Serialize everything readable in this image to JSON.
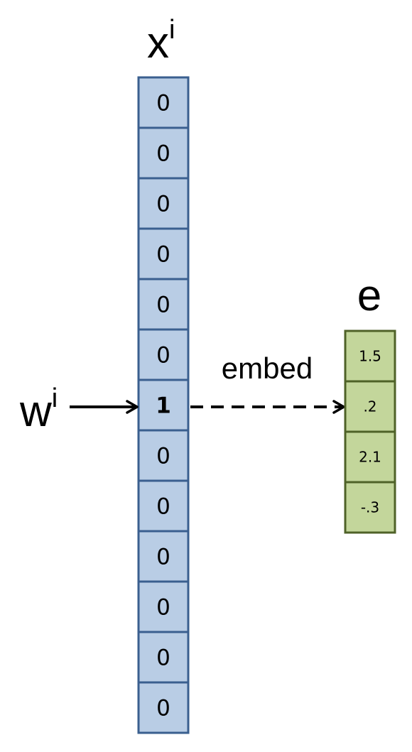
{
  "one_hot": {
    "label": "x",
    "label_sup": "i",
    "values": [
      "0",
      "0",
      "0",
      "0",
      "0",
      "0",
      "1",
      "0",
      "0",
      "0",
      "0",
      "0",
      "0"
    ],
    "highlight_index": 6,
    "fill_color": "#b9cde5",
    "border_color": "#3a5f8f",
    "highlight_text_color": "#c00000"
  },
  "word": {
    "label": "w",
    "label_sup": "i"
  },
  "embedding": {
    "label": "e",
    "values": [
      "1.5",
      ".2",
      "2.1",
      "-.3"
    ],
    "fill_color": "#c3d69b",
    "border_color": "#4f6228"
  },
  "arrow_label": "embed"
}
